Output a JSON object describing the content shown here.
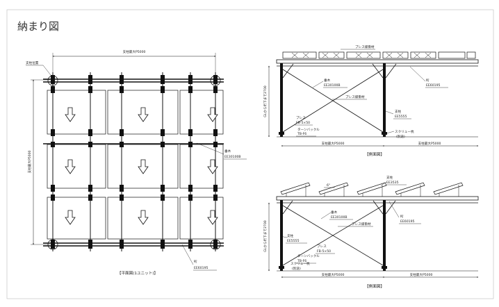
{
  "title": "納まり図",
  "plan": {
    "dim_top": "支柱最大P5000",
    "dim_left": "支柱最大P5000",
    "pillar_pos": "支柱位置",
    "rafter_label": "垂木",
    "rafter_code": "EE30100B",
    "purlin_label": "桁",
    "purlin_code": "EE60195",
    "caption": "【平面図(1ユニット)】"
  },
  "side1": {
    "brace_member_top": "ブレス緩衝材",
    "height_dim": "GLから桁下まで2700",
    "rafter_label": "垂木",
    "rafter_code": "EE30100B",
    "brace_member": "ブレス緩衝材",
    "purlin_label": "桁",
    "purlin_code": "EE60195",
    "pillar_label": "支柱",
    "pillar_code": "EE5555",
    "brace_label": "ブレス",
    "brace_code": "FB-5×50",
    "turnbuckle_label": "ターンバックル",
    "turnbuckle_code": "TB-F6",
    "screw_pile": "スクリュー杭",
    "screw_note": "(別途)",
    "dim_left": "支柱最大P5000",
    "dim_right": "支柱最大P5000",
    "caption": "【側面図】"
  },
  "side2": {
    "pillar_top_label": "支柱",
    "pillar_top_code": "EE3535",
    "angle": "6°",
    "height_dim": "GLから桁下まで2700",
    "rafter_label": "垂木",
    "rafter_code": "EE30100B",
    "brace_member": "ブレス緩衝材",
    "purlin_label": "桁",
    "purlin_code": "EE60195",
    "pillar_label": "支柱",
    "pillar_code": "EE5555",
    "brace_label": "ブレス",
    "brace_code": "FB-5×50",
    "turnbuckle_label": "ターンバックル",
    "turnbuckle_code": "TB-F6",
    "screw_pile": "スクリュー杭",
    "screw_note": "(別途)",
    "dim_left": "支柱最大P5000",
    "dim_right": "支柱最大P5000",
    "caption": "【側面図】"
  }
}
